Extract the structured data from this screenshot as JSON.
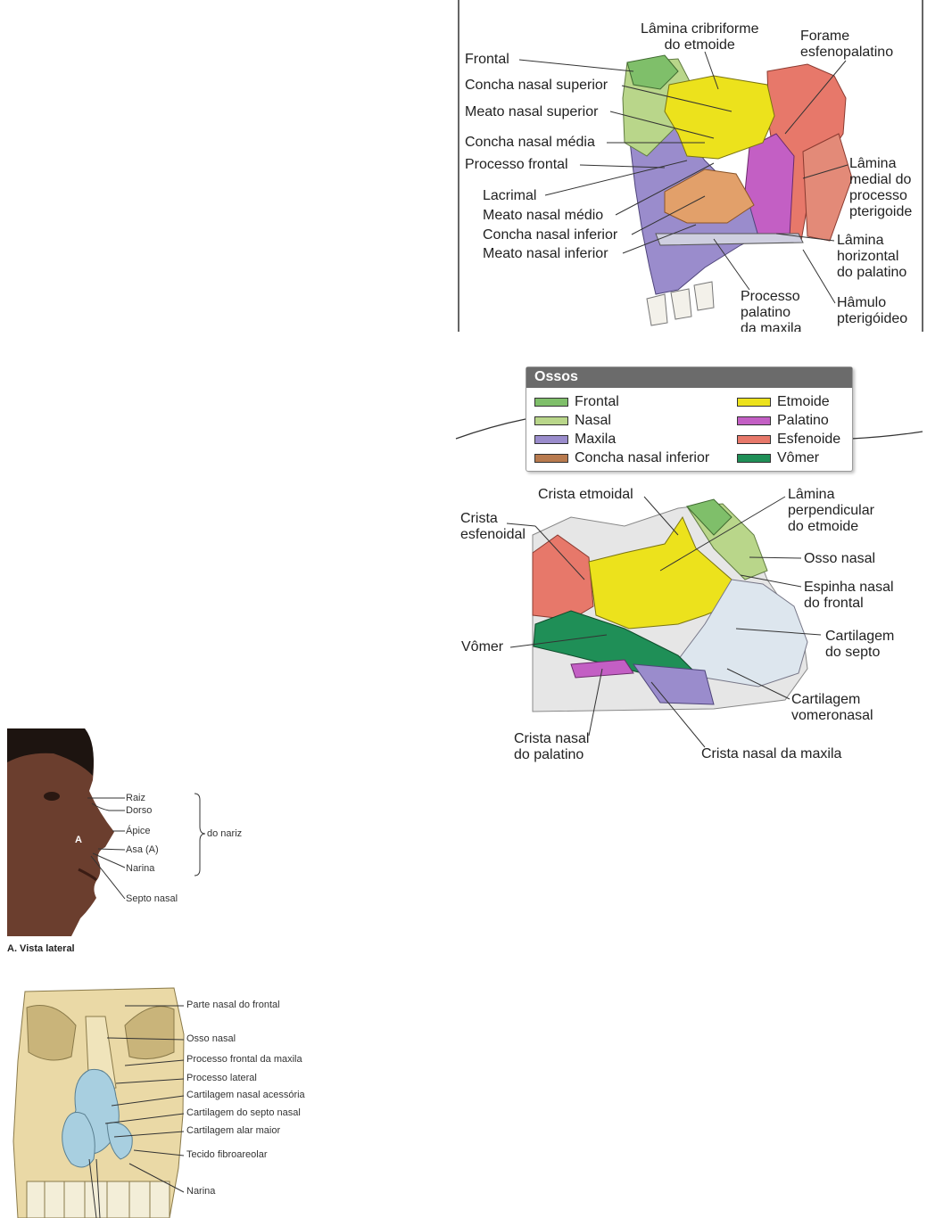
{
  "lateral_wall": {
    "labels": {
      "cribriform": "Lâmina cribriforme\ndo etmoide",
      "sphenopalatine": "Forame\nesfenopalatino",
      "frontal": "Frontal",
      "superior_concha": "Concha nasal superior",
      "superior_meatus": "Meato nasal superior",
      "middle_concha": "Concha nasal média",
      "frontal_process": "Processo frontal",
      "lacrimal": "Lacrimal",
      "middle_meatus": "Meato nasal médio",
      "inferior_concha": "Concha nasal inferior",
      "inferior_meatus": "Meato nasal inferior",
      "medial_plate": "Lâmina\nmedial do\nprocesso\npterigoide",
      "horizontal_plate": "Lâmina\nhorizontal\ndo palatino",
      "palatine_process": "Processo\npalatino\nda maxila",
      "hamulus": "Hâmulo\npterigóideo"
    }
  },
  "legend": {
    "title": "Ossos",
    "items": [
      {
        "label": "Frontal",
        "color": "#7fbf6a"
      },
      {
        "label": "Nasal",
        "color": "#b9d68a"
      },
      {
        "label": "Maxila",
        "color": "#9a8ccc"
      },
      {
        "label": "Concha nasal inferior",
        "color": "#b87a4e"
      },
      {
        "label": "Etmoide",
        "color": "#ece21c"
      },
      {
        "label": "Palatino",
        "color": "#c35fc4"
      },
      {
        "label": "Esfenoide",
        "color": "#e7786a"
      },
      {
        "label": "Vômer",
        "color": "#1f8f57"
      }
    ]
  },
  "septum": {
    "labels": {
      "ethmoid_crest": "Crista etmoidal",
      "sphenoid_crest": "Crista\nesfenoidal",
      "perpendicular_plate": "Lâmina\nperpendicular\ndo etmoide",
      "nasal_bone": "Osso nasal",
      "nasal_spine": "Espinha nasal\ndo frontal",
      "vomer": "Vômer",
      "septal_cartilage": "Cartilagem\ndo septo",
      "vomeronasal": "Cartilagem\nvomeronasal",
      "palatine_crest": "Crista nasal\ndo palatino",
      "maxilla_crest": "Crista nasal da maxila"
    }
  },
  "face": {
    "labels": {
      "root": "Raiz",
      "dorsum": "Dorso",
      "apex": "Ápice",
      "ala": "Asa (A)",
      "naris": "Narina",
      "group": "do nariz",
      "septum": "Septo nasal",
      "marker": "A"
    },
    "caption": "A. Vista lateral"
  },
  "frontal_view": {
    "labels": {
      "frontal_nasal": "Parte nasal do frontal",
      "nasal_bone": "Osso nasal",
      "frontal_process": "Processo frontal da maxila",
      "lateral_process": "Processo lateral",
      "accessory": "Cartilagem nasal acessória",
      "septal": "Cartilagem do septo nasal",
      "alar": "Cartilagem alar maior",
      "fibroareolar": "Tecido fibroareolar",
      "naris": "Narina"
    }
  }
}
